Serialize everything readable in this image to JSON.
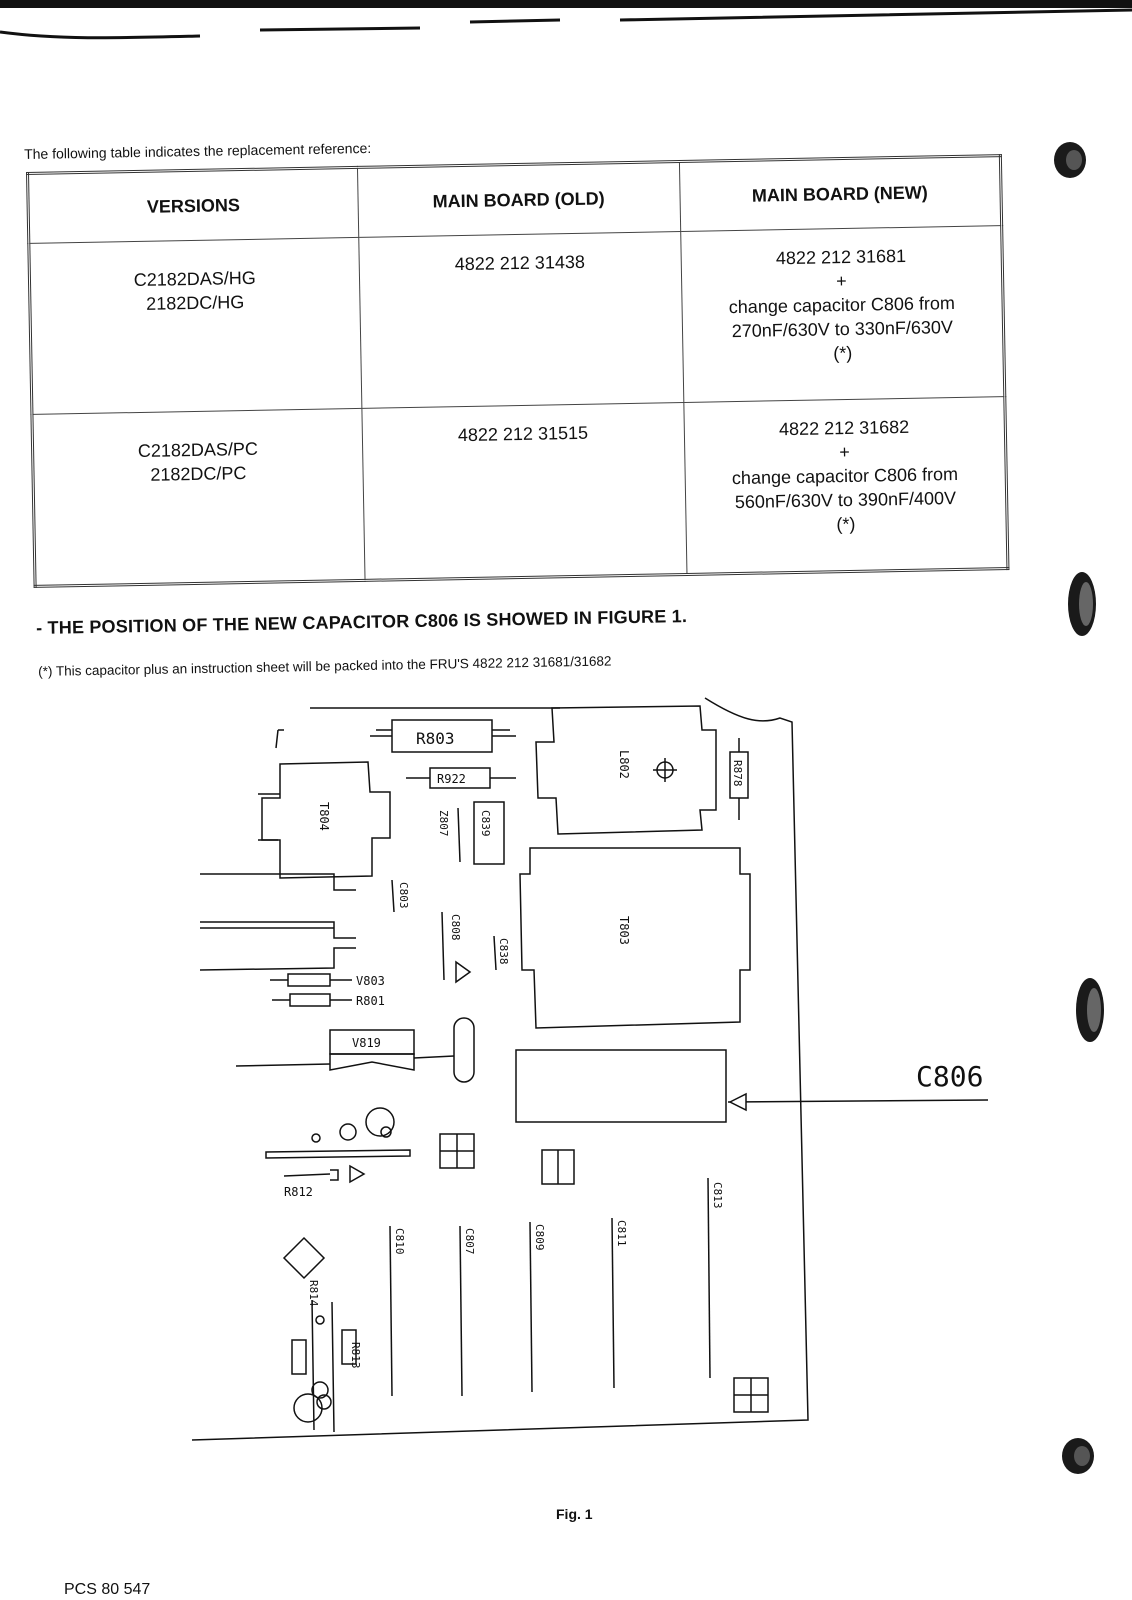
{
  "intro": "The following table indicates the replacement reference:",
  "table": {
    "headers": [
      "VERSIONS",
      "MAIN BOARD (OLD)",
      "MAIN BOARD (NEW)"
    ],
    "rows": [
      {
        "versions": [
          "C2182DAS/HG",
          "2182DC/HG"
        ],
        "old": "4822 212 31438",
        "new": [
          "4822 212 31681",
          "+",
          "change capacitor C806 from",
          "270nF/630V to 330nF/630V",
          "(*)"
        ]
      },
      {
        "versions": [
          "C2182DAS/PC",
          "2182DC/PC"
        ],
        "old": "4822 212 31515",
        "new": [
          "4822 212 31682",
          "+",
          "change capacitor C806 from",
          "560nF/630V to 390nF/400V",
          "(*)"
        ]
      }
    ]
  },
  "heading": "-   THE POSITION OF THE NEW CAPACITOR C806 IS SHOWED IN FIGURE 1.",
  "note": "(*)  This capacitor plus an instruction sheet will be packed into the FRU'S 4822 212 31681/31682",
  "figure": {
    "labels": {
      "r803": "R803",
      "r922": "R922",
      "l802": "L802",
      "r878": "R878",
      "t804": "T804",
      "z807": "Z807",
      "c839": "C839",
      "c803": "C803",
      "c808": "C808",
      "c838": "C838",
      "t803": "T803",
      "v803": "V803",
      "r801": "R801",
      "v819": "V819",
      "c806": "C806",
      "r812": "R812",
      "c813": "C813",
      "c810": "C810",
      "c807": "C807",
      "c809": "C809",
      "c811": "C811",
      "r814": "R814",
      "r813": "R813"
    }
  },
  "caption": "Fig. 1",
  "footer": "PCS 80 547"
}
